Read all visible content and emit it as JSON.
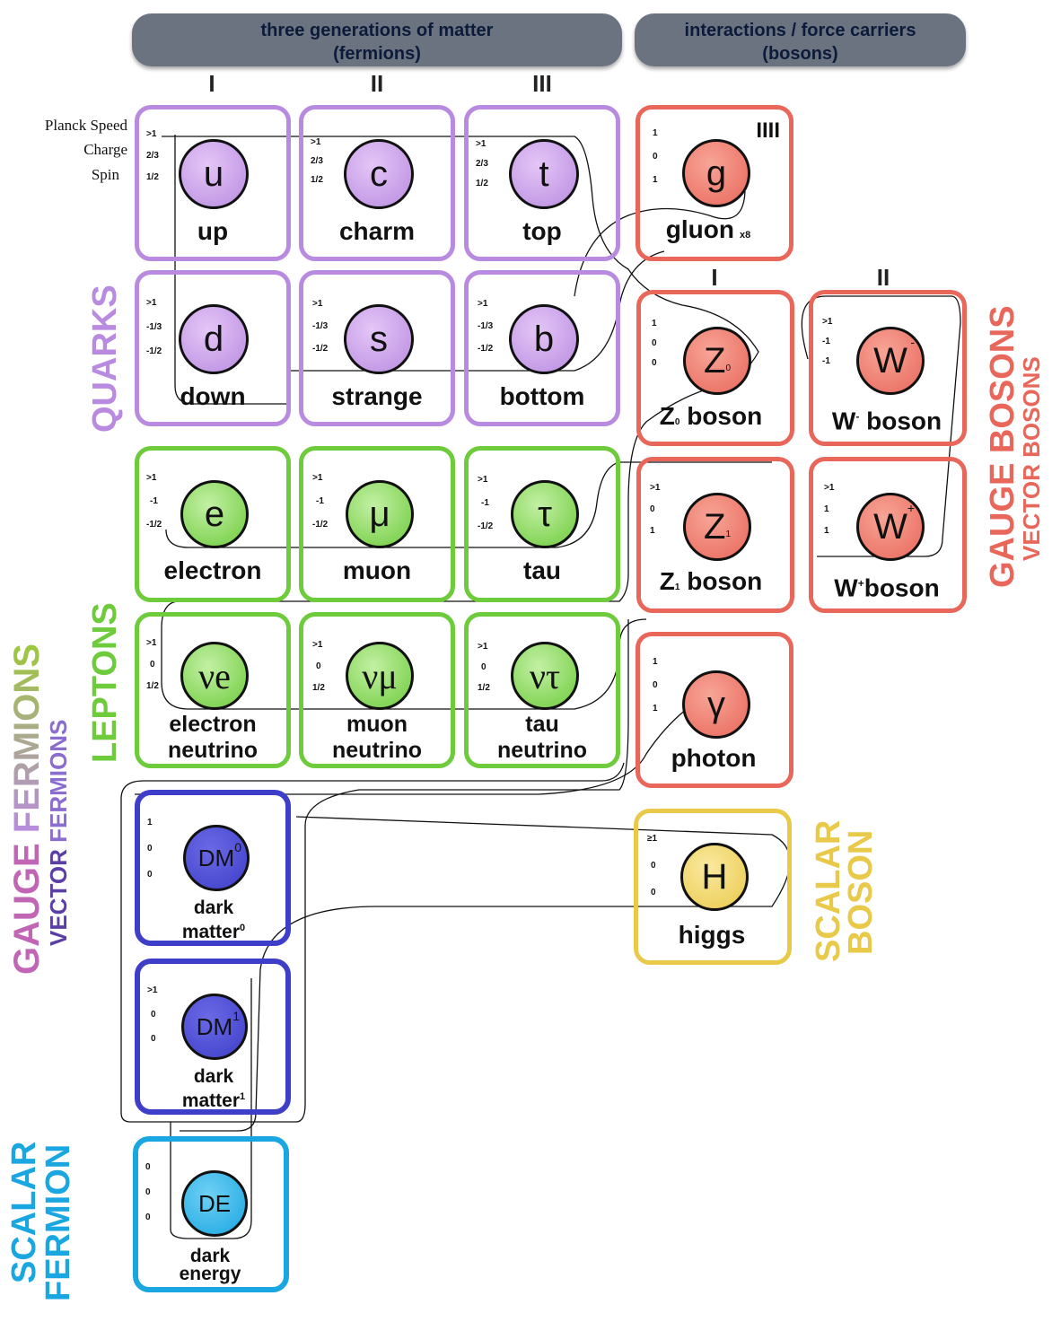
{
  "headers": {
    "fermions": [
      "three generations of matter",
      "(fermions)"
    ],
    "bosons": [
      "interactions / force carriers",
      "(bosons)"
    ]
  },
  "generations": [
    "I",
    "II",
    "III"
  ],
  "boson_columns": [
    "I",
    "II"
  ],
  "gluon_gen": "IIII",
  "properties": [
    "Planck Speed",
    "Charge",
    "Spin"
  ],
  "particles": {
    "up": {
      "symbol": "u",
      "name": "up",
      "nums": [
        ">1",
        "2/3",
        "1/2"
      ]
    },
    "charm": {
      "symbol": "c",
      "name": "charm",
      "nums": [
        ">1",
        "2/3",
        "1/2"
      ]
    },
    "top": {
      "symbol": "t",
      "name": "top",
      "nums": [
        ">1",
        "2/3",
        "1/2"
      ]
    },
    "down": {
      "symbol": "d",
      "name": "down",
      "nums": [
        ">1",
        "-1/3",
        "-1/2"
      ]
    },
    "strange": {
      "symbol": "s",
      "name": "strange",
      "nums": [
        ">1",
        "-1/3",
        "-1/2"
      ]
    },
    "bottom": {
      "symbol": "b",
      "name": "bottom",
      "nums": [
        ">1",
        "-1/3",
        "-1/2"
      ]
    },
    "electron": {
      "symbol": "e",
      "name": "electron",
      "nums": [
        ">1",
        "-1",
        "-1/2"
      ]
    },
    "muon": {
      "symbol": "μ",
      "name": "muon",
      "nums": [
        ">1",
        "-1",
        "-1/2"
      ]
    },
    "tau": {
      "symbol": "τ",
      "name": "tau",
      "nums": [
        ">1",
        "-1",
        "-1/2"
      ]
    },
    "nue": {
      "symbol": "νe",
      "name1": "electron",
      "name2": "neutrino",
      "nums": [
        ">1",
        "0",
        "1/2"
      ]
    },
    "numu": {
      "symbol": "νμ",
      "name1": "muon",
      "name2": "neutrino",
      "nums": [
        ">1",
        "0",
        "1/2"
      ]
    },
    "nutau": {
      "symbol": "ντ",
      "name1": "tau",
      "name2": "neutrino",
      "nums": [
        ">1",
        "0",
        "1/2"
      ]
    },
    "gluon": {
      "symbol": "g",
      "name": "gluon",
      "mult": "x8",
      "nums": [
        "1",
        "0",
        "1"
      ]
    },
    "z0": {
      "symbol": "Z",
      "sub": "0",
      "name": "boson",
      "prefix": "Z",
      "nums": [
        "1",
        "0",
        "0"
      ]
    },
    "wminus": {
      "symbol": "W",
      "sup": "-",
      "name": "boson",
      "prefix": "W",
      "nums": [
        ">1",
        "-1",
        "-1"
      ]
    },
    "z1": {
      "symbol": "Z",
      "sub": "1",
      "name": "boson",
      "prefix": "Z",
      "nums": [
        ">1",
        "0",
        "1"
      ]
    },
    "wplus": {
      "symbol": "W",
      "sup": "+",
      "name": "boson",
      "prefix": "W",
      "nums": [
        ">1",
        "1",
        "1"
      ]
    },
    "photon": {
      "symbol": "γ",
      "name": "photon",
      "nums": [
        "1",
        "0",
        "1"
      ]
    },
    "higgs": {
      "symbol": "H",
      "name": "higgs",
      "nums": [
        "≥1",
        "0",
        "0"
      ]
    },
    "dm0": {
      "symbol": "DM",
      "sup": "0",
      "name1": "dark",
      "name2": "matter",
      "nums": [
        "1",
        "0",
        "0"
      ]
    },
    "dm1": {
      "symbol": "DM",
      "sup": "1",
      "name1": "dark",
      "name2": "matter",
      "nums": [
        ">1",
        "0",
        "0"
      ]
    },
    "de": {
      "symbol": "DE",
      "name1": "dark",
      "name2": "energy",
      "nums": [
        "0",
        "0",
        "0"
      ]
    }
  },
  "side_labels": {
    "quarks": "QUARKS",
    "leptons": "LEPTONS",
    "gauge_fermions_1": "GAUGE",
    "gauge_fermions_2": "FERMIONS",
    "vector_fermions_1": "VECTOR",
    "vector_fermions_2": "FERMIONS",
    "scalar_fermion_1": "SCALAR",
    "scalar_fermion_2": "FERMION",
    "gauge_bosons": "GAUGE BOSONS",
    "vector_bosons": "VECTOR BOSONS",
    "scalar_boson_1": "SCALAR",
    "scalar_boson_2": "BOSON"
  },
  "colors": {
    "quark": "#b98be0",
    "lepton": "#6dcb3c",
    "boson": "#e8675a",
    "higgs": "#e8c94a",
    "dm": "#3e3ec9",
    "de": "#1aa6e0"
  }
}
